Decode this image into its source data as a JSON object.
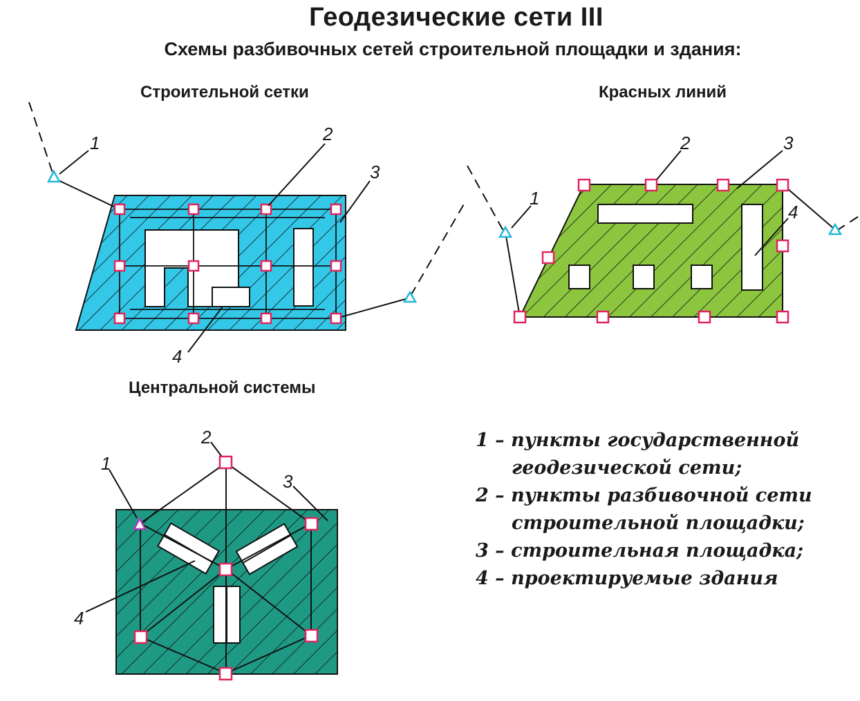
{
  "title": "Геодезические сети III",
  "subtitle": "Схемы разбивочных сетей строительной площадки и здания:",
  "sections": {
    "grid": "Строительной сетки",
    "red_lines": "Красных линий",
    "central": "Центральной системы"
  },
  "callouts": {
    "n1": "1",
    "n2": "2",
    "n3": "3",
    "n4": "4"
  },
  "legend": [
    {
      "line1": "1 – пункты государственной",
      "line2": "геодезической сети;"
    },
    {
      "line1": "2 – пункты разбивочной сети",
      "line2": "строительной площадки;"
    },
    {
      "line1": "3 – строительная площадка;",
      "line2": ""
    },
    {
      "line1": "4 – проектируемые здания",
      "line2": ""
    }
  ],
  "colors": {
    "grid_fill": "#33c8e8",
    "red_lines_fill": "#8cc63f",
    "central_fill": "#1e9a84",
    "marker_red": "#e0245e",
    "triangle_cyan": "#22b8d8",
    "triangle_magenta": "#b03ab8"
  }
}
